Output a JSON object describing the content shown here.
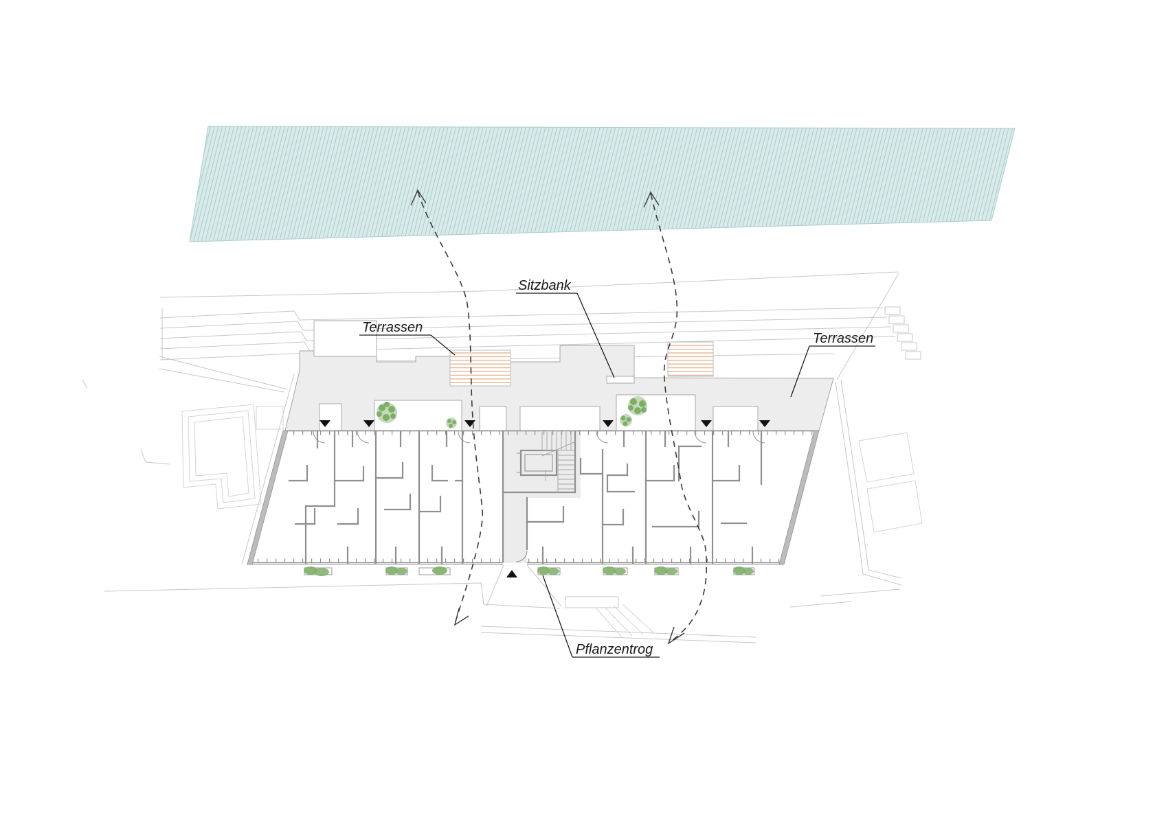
{
  "title": "site-floor-plan",
  "annotations": {
    "terrassen_left": "Terrassen",
    "sitzbank": "Sitzbank",
    "terrassen_right": "Terrassen",
    "pflanzentrog": "Pflanzentrog"
  },
  "colors": {
    "water_fill": "#d9eae9",
    "water_hatch": "#a6cfce",
    "walkway": "#ededed",
    "wall": "#8f8f8f",
    "wall_light": "#bcbcbc",
    "context": "#c7c7c7",
    "terrace_hatch": "#e4b088",
    "tree": "#7fae68",
    "label": "#1a1a1a",
    "arrow": "#3a3a3a"
  }
}
